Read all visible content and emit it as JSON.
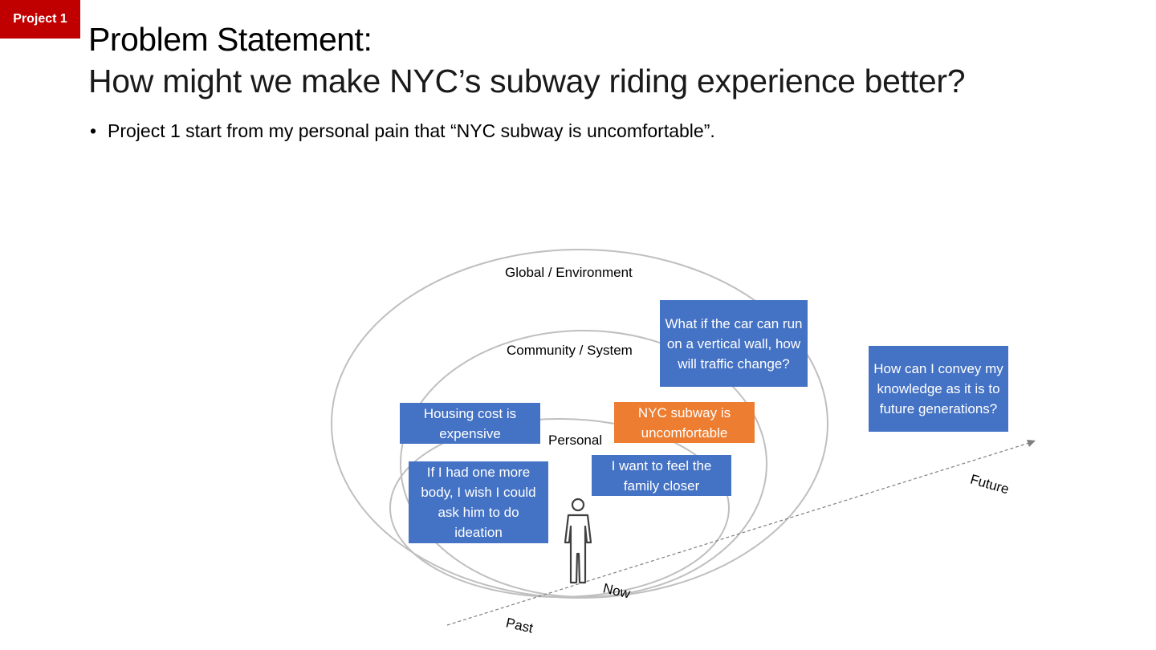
{
  "tag": "Project 1",
  "title": "Problem Statement:",
  "subtitle": "How might we make NYC’s subway riding experience better?",
  "bullet": "Project 1 start from my personal pain that “NYC subway is uncomfortable”.",
  "rings": {
    "global": "Global / Environment",
    "community": "Community / System",
    "personal": "Personal"
  },
  "boxes": {
    "housing": "Housing cost is expensive",
    "subway": "NYC subway is uncomfortable",
    "vertical": "What if the car can run on a vertical wall, how will traffic change?",
    "convey": "How can I convey my knowledge as it is to future generations?",
    "family": "I want to feel the family closer",
    "body": "If I had one more body, I wish I could ask him to do ideation"
  },
  "timeline": {
    "past": "Past",
    "now": "Now",
    "future": "Future"
  },
  "colors": {
    "tag": "#c00000",
    "box_blue": "#4472c4",
    "box_orange": "#ed7d31",
    "ring": "#bfbfbf"
  }
}
